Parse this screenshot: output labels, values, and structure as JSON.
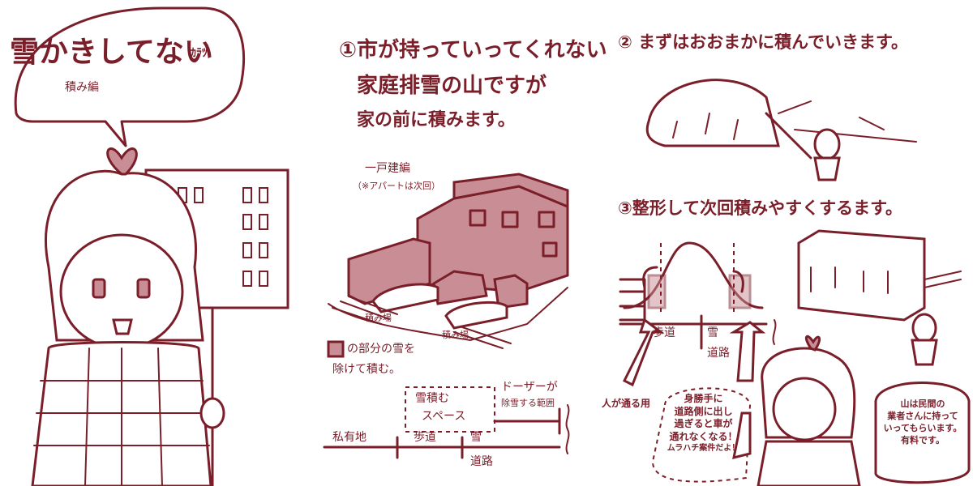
{
  "comic": {
    "panel_left": {
      "title": "雪かきしてない",
      "title_suffix": "ｶﾗﾂ",
      "subtitle": "積み編"
    },
    "panel_middle": {
      "step1_line1": "①市が持っていってくれない",
      "step1_line2": "家庭排雪の山ですが",
      "step1_line3": "家の前に積みます。",
      "house_label": "一戸建編",
      "house_note": "（※アパートは次回）",
      "pile_label_a": "積み場",
      "pile_label_b": "積み場",
      "hatch_note_line1": "の部分の雪を",
      "hatch_note_line2": "除けて積む。",
      "diagram_space_line1": "雪積む",
      "diagram_space_line2": "スペース",
      "diagram_dozer_line1": "ドーザーが",
      "diagram_dozer_line2": "除雪する範囲",
      "diagram_private": "私有地",
      "diagram_sidewalk": "歩道",
      "diagram_snow": "雪",
      "diagram_road": "道路"
    },
    "panel_right": {
      "step2": "② まずはおおまかに積んでいきます。",
      "step3": "③整形して次回積みやすくするます。",
      "diagram_sidewalk": "歩道",
      "diagram_snow": "雪",
      "diagram_road": "道路",
      "people_path": "人が通る用",
      "warning_line1": "身勝手に",
      "warning_line2": "道路側に出し",
      "warning_line3": "過ぎると車が",
      "warning_line4": "通れなくなる！",
      "warning_line5": "ムラハチ案件だよ！",
      "bubble_line1": "山は民間の",
      "bubble_line2": "業者さんに持って",
      "bubble_line3": "いってもらいます。",
      "bubble_line4": "有料です。"
    }
  }
}
